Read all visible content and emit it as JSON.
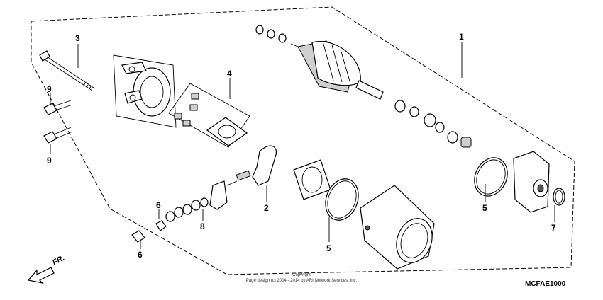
{
  "callouts": {
    "c1": "1",
    "c2": "2",
    "c3": "3",
    "c4": "4",
    "c5a": "5",
    "c5b": "5",
    "c6a": "6",
    "c6b": "6",
    "c7": "7",
    "c8": "8",
    "c9a": "9",
    "c9b": "9"
  },
  "direction_label": "FR.",
  "copyright_label": "Copyright",
  "copyright_text": "Page design (c) 2004 - 2014 by ARI Network Services, Inc.",
  "diagram_code": "MCFAE1000"
}
